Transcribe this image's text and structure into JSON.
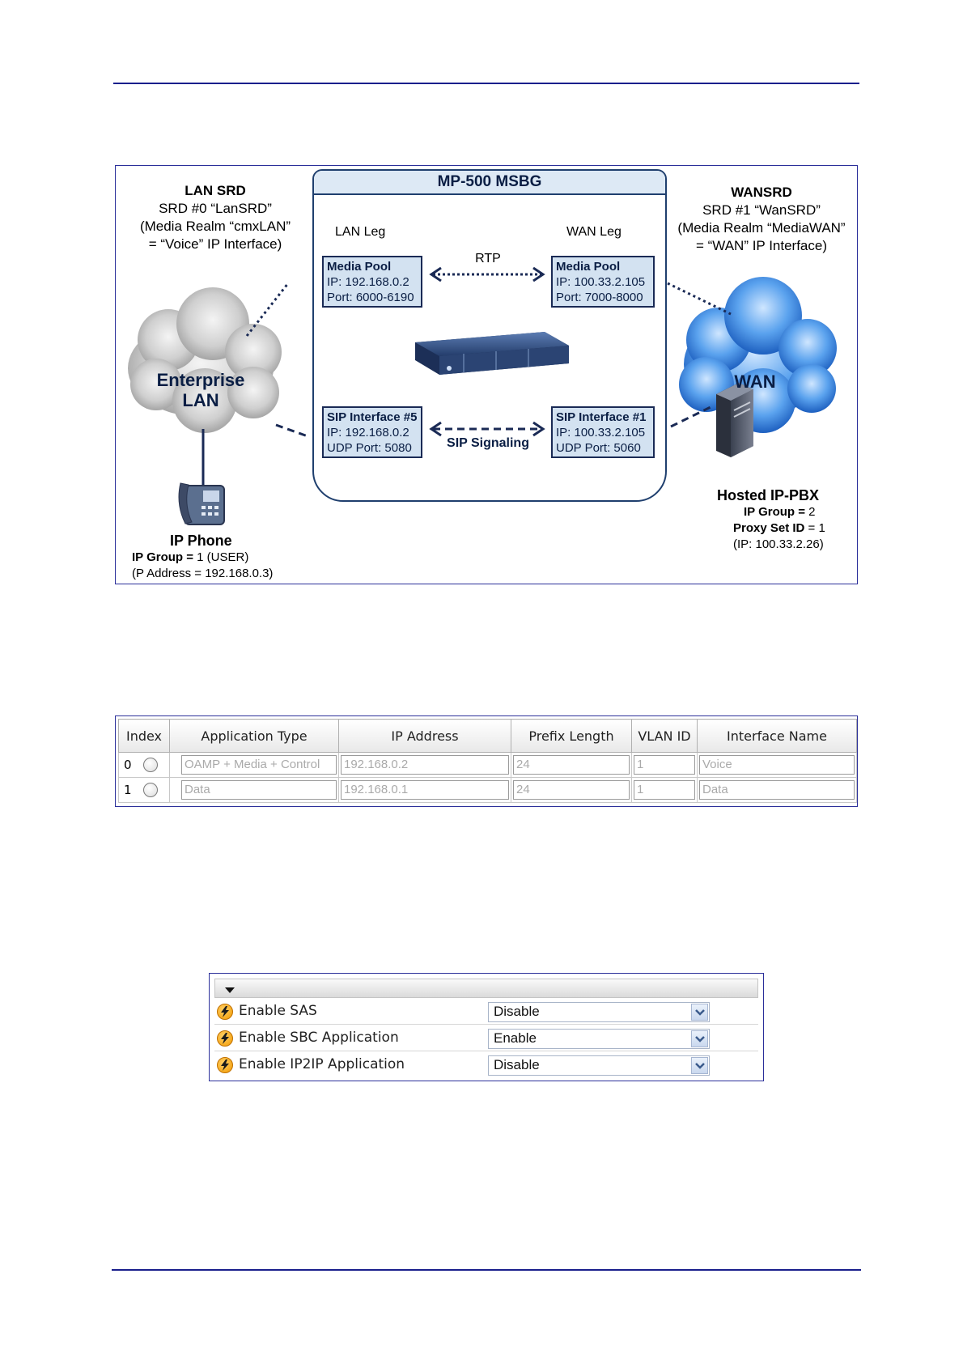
{
  "diagram": {
    "title": "MP-500 MSBG",
    "lan_srd": {
      "heading": "LAN SRD",
      "lines": [
        "SRD #0 “LanSRD”",
        "(Media Realm “cmxLAN”",
        "= “Voice” IP Interface)"
      ]
    },
    "wan_srd": {
      "heading": "WANSRD",
      "lines": [
        "SRD #1 “WanSRD”",
        "(Media Realm “MediaWAN”",
        "= “WAN” IP Interface)"
      ]
    },
    "lan_leg": "LAN Leg",
    "wan_leg": "WAN Leg",
    "rtp_label": "RTP",
    "sip_label": "SIP Signaling",
    "lan_media": {
      "title": "Media Pool",
      "ip": "IP: 192.168.0.2",
      "port": "Port: 6000-6190"
    },
    "wan_media": {
      "title": "Media Pool",
      "ip": "IP: 100.33.2.105",
      "port": "Port: 7000-8000"
    },
    "lan_sip": {
      "title": "SIP Interface #5",
      "ip": "IP: 192.168.0.2",
      "port": "UDP Port: 5080"
    },
    "wan_sip": {
      "title": "SIP Interface #1",
      "ip": "IP: 100.33.2.105",
      "port": "UDP Port: 5060"
    },
    "enterprise_lan": {
      "line1": "Enterprise",
      "line2": "LAN"
    },
    "wan_cloud": "WAN",
    "ip_phone": {
      "title": "IP Phone",
      "group_label": "IP Group =",
      "group_value": " 1 (USER)",
      "address": "(P Address = 192.168.0.3)"
    },
    "pbx": {
      "title": "Hosted IP-PBX",
      "group_label": "IP Group =",
      "group_value": " 2",
      "proxy_label": "Proxy Set ID",
      "proxy_value": " = 1",
      "ip": "(IP: 100.33.2.26)"
    }
  },
  "ip_table": {
    "headers": [
      "Index",
      "Application Type",
      "IP Address",
      "Prefix Length",
      "VLAN ID",
      "Interface Name"
    ],
    "rows": [
      {
        "index": "0",
        "app_type": "OAMP + Media + Control",
        "ip": "192.168.0.2",
        "prefix": "24",
        "vlan": "1",
        "name": "Voice"
      },
      {
        "index": "1",
        "app_type": "Data",
        "ip": "192.168.0.1",
        "prefix": "24",
        "vlan": "1",
        "name": "Data"
      }
    ]
  },
  "app_panel": {
    "rows": [
      {
        "label": "Enable SAS",
        "value": "Disable"
      },
      {
        "label": "Enable SBC Application",
        "value": "Enable"
      },
      {
        "label": "Enable IP2IP Application",
        "value": "Disable"
      }
    ]
  },
  "colors": {
    "rule": "#1a1f8c",
    "box_fill": "#d3e2f1",
    "accent": "#1f3f6e"
  }
}
